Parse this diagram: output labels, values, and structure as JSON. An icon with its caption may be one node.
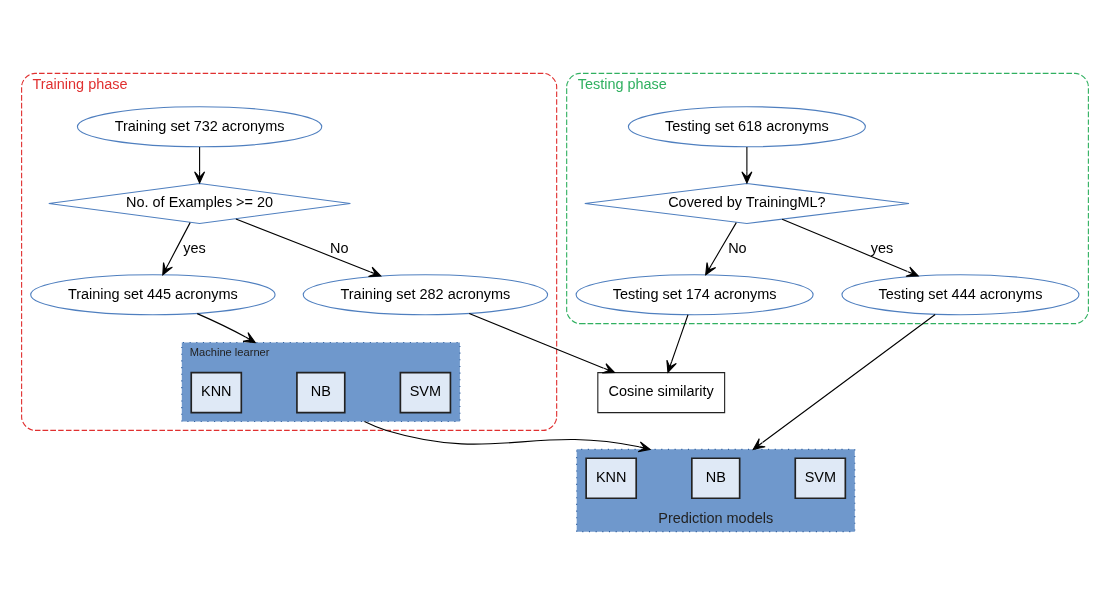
{
  "diagram": {
    "nodes": [
      {
        "text": [
          "Training phase"
        ]
      },
      {
        "text": [
          "Training set 732 acronyms"
        ],
        "in": 0
      },
      {
        "text": [
          "No. of Examples >= 20"
        ],
        "in": 0
      },
      {
        "text": [
          "Training set 445 acronyms"
        ],
        "in": 0
      },
      {
        "text": [
          "Training set 282 acronyms"
        ],
        "in": 0
      },
      {
        "text": [
          "Machine learner"
        ],
        "in": 0
      },
      {
        "text": [
          "KNN"
        ],
        "in": 5
      },
      {
        "text": [
          "NB"
        ],
        "in": 5
      },
      {
        "text": [
          "SVM"
        ],
        "in": 5
      },
      {
        "text": [
          "Prediction models"
        ]
      },
      {
        "text": [
          "KNN"
        ],
        "in": 9
      },
      {
        "text": [
          "NB"
        ],
        "in": 9
      },
      {
        "text": [
          "SVM"
        ],
        "in": 9
      },
      {
        "text": [
          "Cosine similarity"
        ]
      },
      {
        "text": [
          "Testing phase"
        ]
      },
      {
        "text": [
          "Testing set 618 acronyms"
        ],
        "in": 14
      },
      {
        "text": [
          "Covered by TrainingML?"
        ],
        "in": 14
      },
      {
        "text": [
          "Testing set 444 acronyms"
        ],
        "in": 14
      },
      {
        "text": [
          "Testing set 174 acronyms"
        ],
        "in": 14
      }
    ],
    "edges": [
      {
        "from": 1,
        "to": 2,
        "arrow": "to"
      },
      {
        "from": 2,
        "to": 3,
        "arrow": "to",
        "label": "yes"
      },
      {
        "from": 2,
        "to": 4,
        "arrow": "to",
        "label": "No"
      },
      {
        "from": 3,
        "to": 5,
        "arrow": "to"
      },
      {
        "from": 5,
        "to": 9,
        "arrow": "to"
      },
      {
        "from": 4,
        "to": 13,
        "arrow": "to"
      },
      {
        "from": 15,
        "to": 16,
        "arrow": "to"
      },
      {
        "from": 16,
        "to": 17,
        "arrow": "to",
        "label": "yes"
      },
      {
        "from": 17,
        "to": 9,
        "arrow": "to"
      },
      {
        "from": 16,
        "to": 18,
        "arrow": "to",
        "label": "No"
      },
      {
        "from": 18,
        "to": 13,
        "arrow": "to"
      }
    ]
  }
}
